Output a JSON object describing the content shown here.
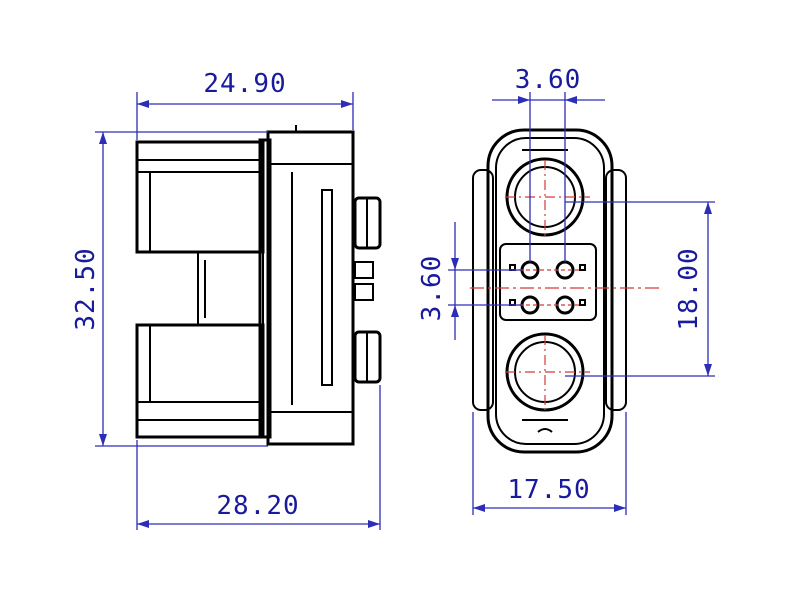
{
  "dimensions": {
    "side_top_width": "24.90",
    "side_bottom_width": "28.20",
    "side_height": "32.50",
    "front_pin_pitch": "3.60",
    "front_signal_pitch": "3.60",
    "front_center_distance": "18.00",
    "front_width": "17.50"
  },
  "colors": {
    "outline": "#000000",
    "dimension": "#2d2db8",
    "centerline": "#d43a3a"
  }
}
